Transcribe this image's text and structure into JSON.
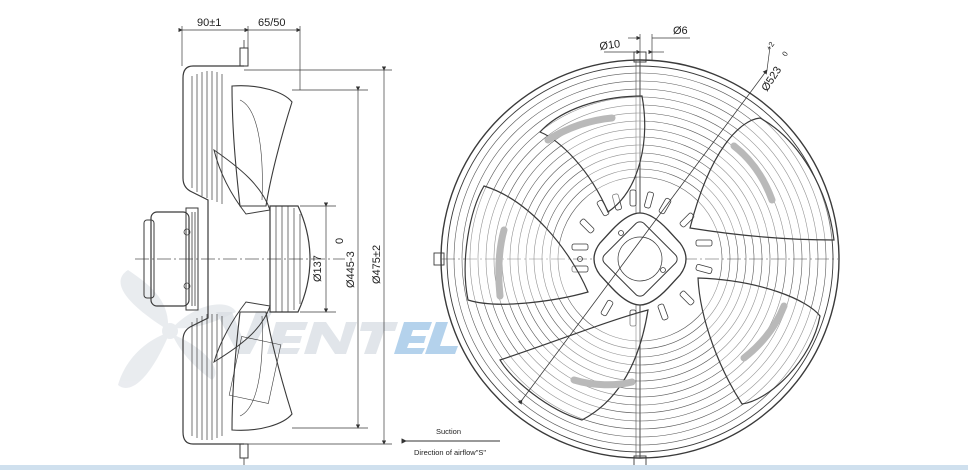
{
  "dimensions": {
    "depth_90": "90±1",
    "depth_65": "65/50",
    "dia_137": "Ø137",
    "dia_445": "Ø445-3",
    "dia_445_sup": "0",
    "dia_475": "Ø475±2",
    "dia_10": "Ø10",
    "dia_6": "Ø6",
    "dia_523": "Ø523",
    "dia_523_tol_upper": "+2",
    "dia_523_tol_lower": "0"
  },
  "legend": {
    "suction": "Suction",
    "airflow": "Direction of airflow\"S\""
  },
  "watermark": {
    "text": "Ventel"
  },
  "colors": {
    "line": "#3a3a3a",
    "thin": "#6a6a6a",
    "blade_slot": "#b9b9b9",
    "watermark_light": "#d8dde3",
    "watermark_blue": "#9cc3e6"
  }
}
